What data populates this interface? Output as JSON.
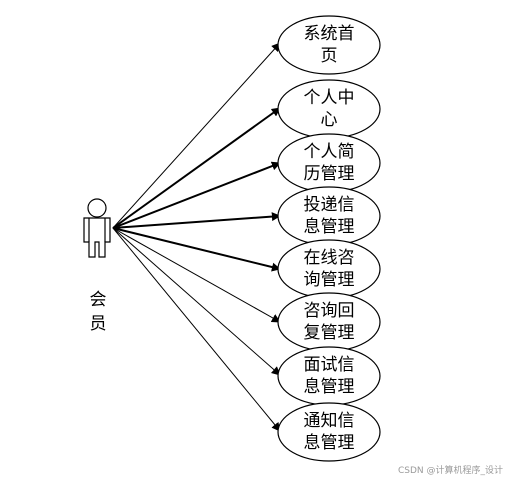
{
  "actor": {
    "label_line1": "会",
    "label_line2": "员"
  },
  "use_cases": [
    {
      "line1": "系统首",
      "line2": "页"
    },
    {
      "line1": "个人中",
      "line2": "心"
    },
    {
      "line1": "个人简",
      "line2": "历管理"
    },
    {
      "line1": "投递信",
      "line2": "息管理"
    },
    {
      "line1": "在线咨",
      "line2": "询管理"
    },
    {
      "line1": "咨询回",
      "line2": "复管理"
    },
    {
      "line1": "面试信",
      "line2": "息管理"
    },
    {
      "line1": "通知信",
      "line2": "息管理"
    }
  ],
  "watermark": "CSDN @计算机程序_设计"
}
